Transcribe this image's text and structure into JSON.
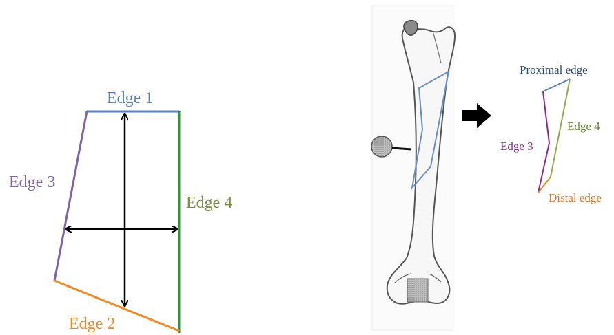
{
  "left_diagram": {
    "edge1_label": "Edge 1",
    "edge2_label": "Edge 2",
    "edge3_label": "Edge 3",
    "edge4_label": "Edge 4"
  },
  "right_diagram": {
    "proximal_label": "Proximal edge",
    "distal_label": "Distal edge",
    "edge3_label": "Edge 3",
    "edge4_label": "Edge 4"
  },
  "colors": {
    "edge1": "#5b80b7",
    "edge2": "#f08a24",
    "edge3": "#7e63a6",
    "edge4_line": "#2a9a32",
    "edge4_text": "#7a8f3a",
    "proximal_text": "#2f4c7a",
    "distal_text": "#e07a2e",
    "right_edge3": "#8a2a8a",
    "right_edge4": "#8cae4a",
    "arrows": "#000000",
    "bone_outline": "#555555",
    "bone_fill": "#f7f7f7"
  }
}
